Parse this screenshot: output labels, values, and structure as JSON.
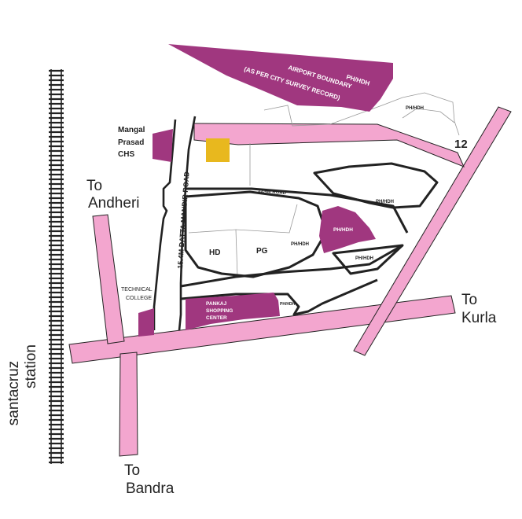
{
  "colors": {
    "road_pink": "#f3a6cf",
    "plot_purple": "#a0377f",
    "highlight_yellow": "#e8b81e",
    "outline": "#222222",
    "thin_line": "#999999",
    "background": "#ffffff"
  },
  "labels": {
    "station": [
      "santacruz",
      "station"
    ],
    "to_andheri": [
      "To",
      "Andheri"
    ],
    "to_bandra": [
      "To",
      "Bandra"
    ],
    "to_kurla": [
      "To",
      "Kurla"
    ],
    "road_number": "12",
    "datta_mandir_road": "15.4M DATTA MANDIR ROAD",
    "road_134": "13.4M ROAD",
    "mangal_prasad": [
      "Mangal",
      "Prasad",
      "CHS"
    ],
    "technical_college": [
      "TECHNICAL",
      "COLLEGE"
    ],
    "airport_boundary": [
      "PH/HDH",
      "AIRPORT BOUNDARY",
      "(AS PER CITY SURVEY RECORD)"
    ],
    "pankaj_shopping": [
      "PANKAJ",
      "SHOPPING",
      "CENTER"
    ],
    "phhdh": "PH/HDH",
    "hd": "HD",
    "pg": "PG"
  }
}
